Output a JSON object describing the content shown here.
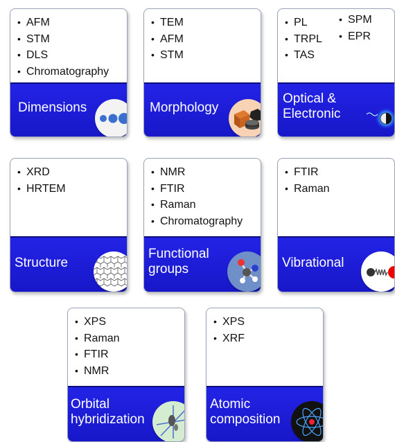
{
  "cards": [
    {
      "id": "dimensions",
      "methods": [
        "AFM",
        "STM",
        "DLS",
        "Chromatography"
      ],
      "label": "Dimensions",
      "icon": "blue-dots-icon"
    },
    {
      "id": "morphology",
      "methods": [
        "TEM",
        "AFM",
        "STM"
      ],
      "label": "Morphology",
      "icon": "shapes-icon"
    },
    {
      "id": "optical",
      "methods": [
        "PL",
        "TRPL",
        "TAS"
      ],
      "methods2": [
        "SPM",
        "EPR"
      ],
      "label": "Optical  &\nElectronic",
      "icon": "glowing-sphere-icon"
    },
    {
      "id": "structure",
      "methods": [
        "XRD",
        "HRTEM"
      ],
      "label": "Structure",
      "icon": "lattice-icon"
    },
    {
      "id": "functional",
      "methods": [
        "NMR",
        "FTIR",
        "Raman",
        "Chromatography"
      ],
      "label": "Functional\ngroups",
      "icon": "molecule-icon"
    },
    {
      "id": "vibrational",
      "methods": [
        "FTIR",
        "Raman"
      ],
      "label": "Vibrational",
      "icon": "spring-icon"
    },
    {
      "id": "orbital",
      "methods": [
        "XPS",
        "Raman",
        "FTIR",
        "NMR"
      ],
      "label": "Orbital\nhybridization",
      "icon": "orbital-axes-icon"
    },
    {
      "id": "atomic",
      "methods": [
        "XPS",
        "XRF"
      ],
      "label": "Atomic\ncomposition",
      "icon": "atom-icon"
    }
  ],
  "colors": {
    "band": "#1f1fdd",
    "border": "#9aa4b8",
    "icon_bg": "#f2f2f2"
  }
}
